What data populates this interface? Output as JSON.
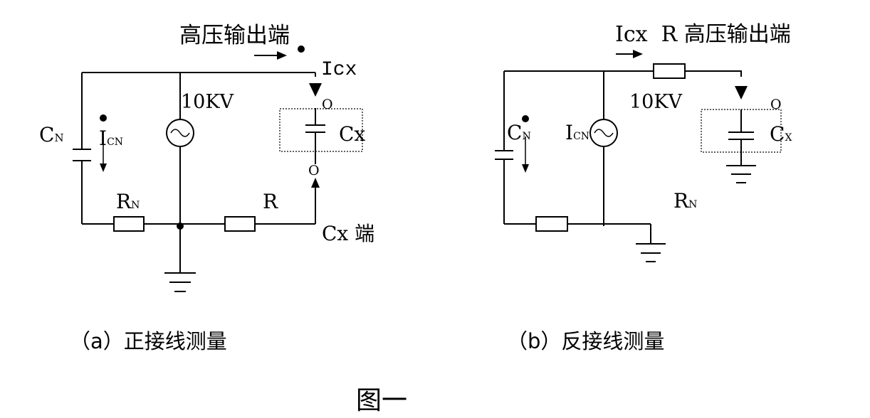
{
  "diagram_a": {
    "hv_output_label": "高压输出端",
    "icx_label": "Icx",
    "voltage_label": "10KV",
    "cn_main": "C",
    "cn_sub": "N",
    "icn_main": "I",
    "icn_sub": "CN",
    "terminal_top": "O",
    "terminal_bottom": "O",
    "cx_label": "Cx",
    "rn_main": "R",
    "rn_sub": "N",
    "r_label": "R",
    "cx_terminal_label": "Cx 端",
    "caption": "（a）正接线测量"
  },
  "diagram_b": {
    "top_label": "Icx  R 高压输出端",
    "voltage_label": "10KV",
    "cn_main": "C",
    "cn_sub": "N",
    "icn_main": "I",
    "icn_sub": "CN",
    "terminal_top": "O",
    "cx_main": "C",
    "cx_sub": "X",
    "rn_main": "R",
    "rn_sub": "N",
    "caption": "（b）反接线测量"
  },
  "figure_title": "图一"
}
